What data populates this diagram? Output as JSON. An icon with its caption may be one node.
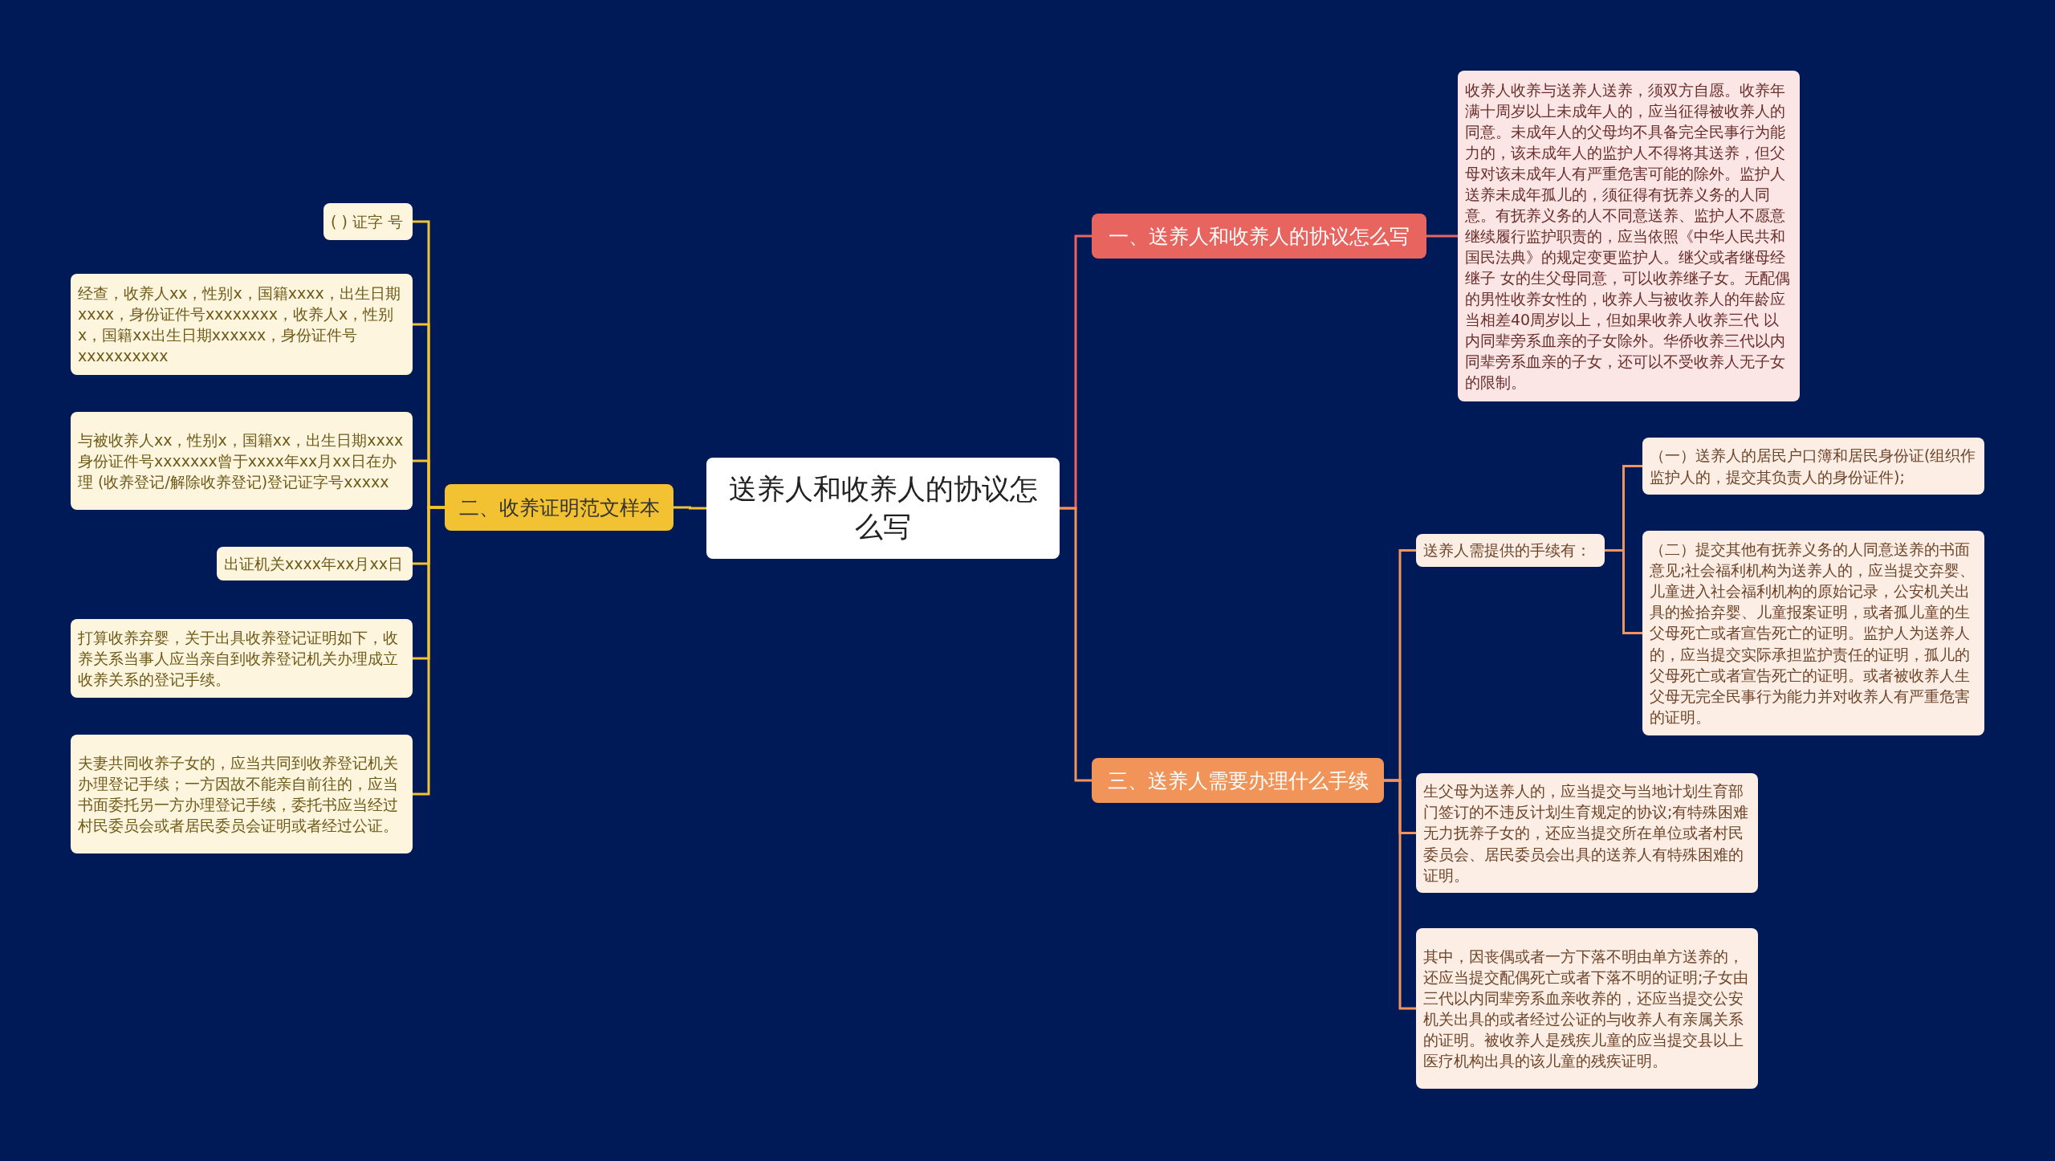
{
  "diagram": {
    "nodes": [
      {
        "text": [
          "送养人和收养人的协议怎么写"
        ]
      },
      {
        "text": [
          "一、送养人和收养人的协议怎么写"
        ]
      },
      {
        "text": [
          "收养人收养与送养人送养，须双方自愿。收养年满十周岁以上未成年人的，应当征得被收养人的同意。未成年人的父母均不具备完全民事行为能力的，该未成年人的监护人不得将其送养，但父母对该未成年人有严重危害可能的除外。监护人送养未成年孤儿的，须征得有抚养义务的人同意。有抚养义务的人不同意送养、监护人不愿意继续履行监护职责的，应当依照《中华人民共和国民法典》的规定变更监护人。继父或者继母经继子 女的生父母同意，可以收养继子女。无配偶的男性收养女性的，收养人与被收养人的年龄应当相差40周岁以上，但如果收养人收养三代 以内同辈旁系血亲的子女除外。华侨收养三代以内同辈旁系血亲的子女，还可以不受收养人无子女的限制。"
        ]
      },
      {
        "text": [
          "二、收养证明范文样本"
        ]
      },
      {
        "text": [
          "( ) 证字 号"
        ]
      },
      {
        "text": [
          "经查，收养人xx，性别x，国籍xxxx，出生日期xxxx，身份证件号xxxxxxxx，收养人x，性别x，国籍xx出生日期xxxxxx，身份证件号xxxxxxxxxx"
        ]
      },
      {
        "text": [
          "与被收养人xx，性别x，国籍xx，出生日期xxxx身份证件号xxxxxxx曾于xxxx年xx月xx日在办理 (收养登记/解除收养登记)登记证字号xxxxx"
        ]
      },
      {
        "text": [
          "出证机关xxxx年xx月xx日"
        ]
      },
      {
        "text": [
          "打算收养弃婴，关于出具收养登记证明如下，收养关系当事人应当亲自到收养登记机关办理成立收养关系的登记手续。"
        ]
      },
      {
        "text": [
          "夫妻共同收养子女的，应当共同到收养登记机关办理登记手续；一方因故不能亲自前往的，应当书面委托另一方办理登记手续，委托书应当经过村民委员会或者居民委员会证明或者经过公证。"
        ]
      },
      {
        "text": [
          "三、送养人需要办理什么手续"
        ]
      },
      {
        "text": [
          "送养人需提供的手续有："
        ]
      },
      {
        "text": [
          "（一）送养人的居民户口簿和居民身份证(组织作监护人的，提交其负责人的身份证件);"
        ]
      },
      {
        "text": [
          "（二）提交其他有抚养义务的人同意送养的书面意见;社会福利机构为送养人的，应当提交弃婴、儿童进入社会福利机构的原始记录，公安机关出具的捡拾弃婴、儿童报案证明，或者孤儿童的生父母死亡或者宣告死亡的证明。监护人为送养人的，应当提交实际承担监护责任的证明，孤儿的父母死亡或者宣告死亡的证明。或者被收养人生父母无完全民事行为能力并对收养人有严重危害的证明。"
        ]
      },
      {
        "text": [
          "生父母为送养人的，应当提交与当地计划生育部门签订的不违反计划生育规定的协议;有特殊困难无力抚养子女的，还应当提交所在单位或者村民委员会、居民委员会出具的送养人有特殊困难的证明。"
        ]
      },
      {
        "text": [
          "其中，因丧偶或者一方下落不明由单方送养的，还应当提交配偶死亡或者下落不明的证明;子女由三代以内同辈旁系血亲收养的，还应当提交公安机关出具的或者经过公证的与收养人有亲属关系的证明。被收养人是残疾儿童的应当提交县以上医疗机构出具的该儿童的残疾证明。"
        ]
      }
    ],
    "edges": [
      {
        "from": 0,
        "to": 1,
        "arrow": "none",
        "color": "#e8645e"
      },
      {
        "from": 1,
        "to": 2,
        "arrow": "none",
        "color": "#e8645e"
      },
      {
        "from": 0,
        "to": 3,
        "arrow": "none"
      },
      {
        "from": 3,
        "to": 4,
        "arrow": "none"
      },
      {
        "from": 3,
        "to": 5,
        "arrow": "none"
      },
      {
        "from": 3,
        "to": 6,
        "arrow": "none"
      },
      {
        "from": 3,
        "to": 7,
        "arrow": "none"
      },
      {
        "from": 3,
        "to": 8,
        "arrow": "none"
      },
      {
        "from": 3,
        "to": 9,
        "arrow": "none"
      },
      {
        "from": 0,
        "to": 10,
        "arrow": "none",
        "color": "#f0945a"
      },
      {
        "from": 10,
        "to": 11,
        "arrow": "none",
        "color": "#f0945a"
      },
      {
        "from": 10,
        "to": 14,
        "arrow": "none",
        "color": "#f0945a"
      },
      {
        "from": 10,
        "to": 15,
        "arrow": "none",
        "color": "#f0945a"
      },
      {
        "from": 11,
        "to": 12,
        "arrow": "none",
        "color": "#f0945a"
      },
      {
        "from": 11,
        "to": 13,
        "arrow": "none",
        "color": "#f0945a"
      }
    ]
  }
}
